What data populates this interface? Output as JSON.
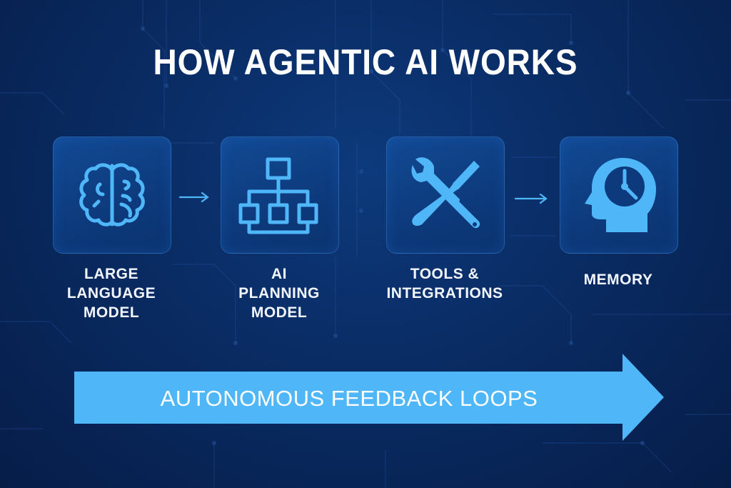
{
  "title": "HOW AGENTIC AI WORKS",
  "colors": {
    "background": "#0a2d66",
    "card": "#0d3a7c",
    "accent": "#4fb6f7",
    "text": "#ffffff"
  },
  "steps": [
    {
      "icon": "brain-icon",
      "label_lines": [
        "LARGE",
        "LANGUAGE",
        "MODEL"
      ]
    },
    {
      "icon": "hierarchy-icon",
      "label_lines": [
        "AI",
        "PLANNING",
        "MODEL"
      ]
    },
    {
      "icon": "wrench-screwdriver-icon",
      "label_lines": [
        "TOOLS &",
        "INTEGRATIONS"
      ]
    },
    {
      "icon": "head-clock-icon",
      "label_lines": [
        "MEMORY"
      ]
    }
  ],
  "connectors": [
    {
      "from": 0,
      "to": 1,
      "icon": "arrow-right-icon"
    },
    {
      "from": 2,
      "to": 3,
      "icon": "arrow-right-icon"
    }
  ],
  "banner": {
    "label": "AUTONOMOUS FEEDBACK LOOPS"
  }
}
